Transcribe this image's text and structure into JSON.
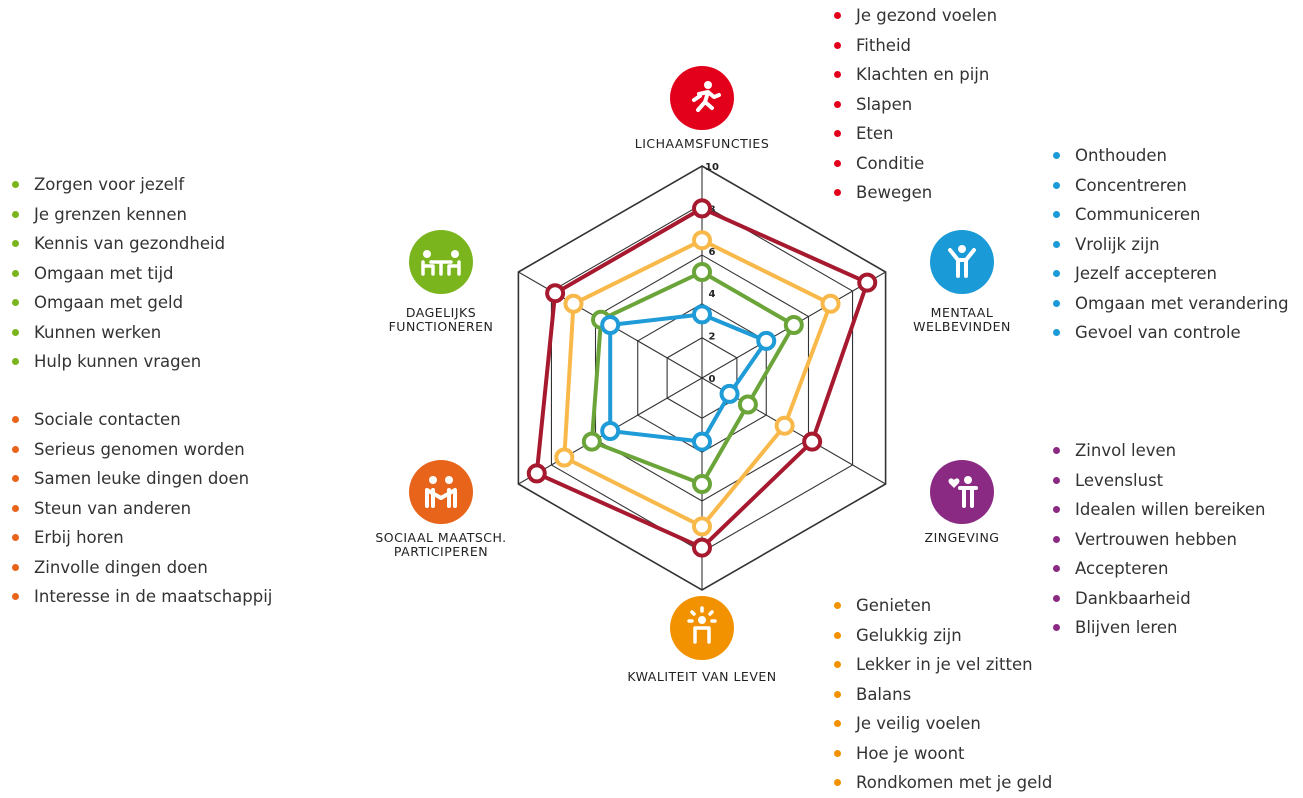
{
  "chart_data": {
    "type": "radar",
    "r_range": [
      0,
      10
    ],
    "ticks": [
      "0",
      "2",
      "4",
      "6",
      "8",
      "10"
    ],
    "grid": "hexagonal",
    "categories": [
      {
        "id": "lichaamsfuncties",
        "label": "LICHAAMSFUNCTIES",
        "lines": [
          "LICHAAMSFUNCTIES"
        ],
        "color": "#e3001b",
        "icon": "running-person-icon",
        "items": [
          "Je gezond voelen",
          "Fitheid",
          "Klachten en pijn",
          "Slapen",
          "Eten",
          "Conditie",
          "Bewegen"
        ]
      },
      {
        "id": "mentaal-welbevinden",
        "label": "MENTAAL WELBEVINDEN",
        "lines": [
          "MENTAAL",
          "WELBEVINDEN"
        ],
        "color": "#1a9ad6",
        "icon": "cheering-person-icon",
        "items": [
          "Onthouden",
          "Concentreren",
          "Communiceren",
          "Vrolijk zijn",
          "Jezelf accepteren",
          "Omgaan met verandering",
          "Gevoel van controle"
        ]
      },
      {
        "id": "zingeving",
        "label": "ZINGEVING",
        "lines": [
          "ZINGEVING"
        ],
        "color": "#8b2a82",
        "icon": "person-heart-icon",
        "items": [
          "Zinvol leven",
          "Levenslust",
          "Idealen willen bereiken",
          "Vertrouwen hebben",
          "Accepteren",
          "Dankbaarheid",
          "Blijven leren"
        ]
      },
      {
        "id": "kwaliteit-van-leven",
        "label": "KWALITEIT VAN LEVEN",
        "lines": [
          "KWALITEIT VAN LEVEN"
        ],
        "color": "#f39200",
        "icon": "person-sun-icon",
        "items": [
          "Genieten",
          "Gelukkig zijn",
          "Lekker in je vel zitten",
          "Balans",
          "Je veilig voelen",
          "Hoe je woont",
          "Rondkomen met je geld"
        ]
      },
      {
        "id": "sociaal-maatsch-participeren",
        "label": "SOCIAAL MAATSCH. PARTICIPEREN",
        "lines": [
          "SOCIAAL MAATSCH.",
          "PARTICIPEREN"
        ],
        "color": "#e8641b",
        "icon": "two-people-icon",
        "items": [
          "Sociale contacten",
          "Serieus genomen worden",
          "Samen leuke dingen doen",
          "Steun van anderen",
          "Erbij horen",
          "Zinvolle dingen doen",
          "Interesse in de maatschappij"
        ]
      },
      {
        "id": "dagelijks-functioneren",
        "label": "DAGELIJKS FUNCTIONEREN",
        "lines": [
          "DAGELIJKS",
          "FUNCTIONEREN"
        ],
        "color": "#7ab51d",
        "icon": "people-at-table-icon",
        "items": [
          "Zorgen voor jezelf",
          "Je grenzen kennen",
          "Kennis van gezondheid",
          "Omgaan met tijd",
          "Omgaan met geld",
          "Kunnen werken",
          "Hulp kunnen vragen"
        ]
      }
    ],
    "series": [
      {
        "color": "#a6192e",
        "values": [
          8,
          9,
          6,
          8,
          9,
          8
        ]
      },
      {
        "color": "#f9b94a",
        "values": [
          6.5,
          7,
          4.5,
          7,
          7.5,
          7
        ]
      },
      {
        "color": "#6ba539",
        "values": [
          5,
          5,
          2.5,
          5,
          6,
          5.5
        ]
      },
      {
        "color": "#1f9bd7",
        "values": [
          3,
          3.5,
          1.5,
          3,
          5,
          5
        ]
      }
    ]
  }
}
